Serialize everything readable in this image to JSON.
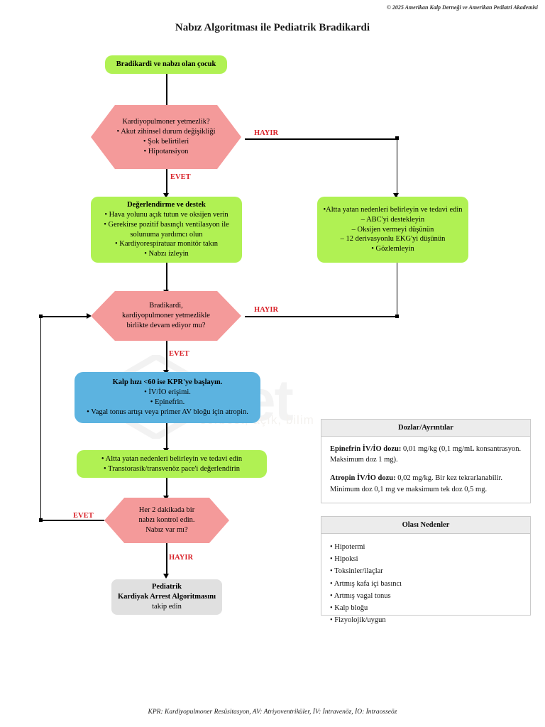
{
  "meta": {
    "copyright": "© 2025 Amerikan Kalp Derneği ve Amerikan Pediatri Akademisi",
    "title": "Nabız Algoritması ile Pediatrik Bradikardi",
    "footer_abbr": "KPR: Kardiyopulmoner Resüsitasyon, AV: Atriyoventriküler, İV: İntravenöz, İO: İntraosseöz",
    "watermark_main": "ilci.net",
    "watermark_sub": "serbest, açık, bilim"
  },
  "colors": {
    "decision": "#f49a9a",
    "action_green": "#b0f153",
    "action_blue": "#5cb3e0",
    "terminal_gray": "#e0e0e0",
    "edge_label": "#d81f26"
  },
  "nodes": {
    "start": {
      "name": "Bradikardi ve nabzı olan çocuk",
      "lines": [
        "Bradikardi ve nabzı olan çocuk"
      ]
    },
    "decision1": {
      "lines": [
        "Kardiyopulmoner yetmezlik?",
        "• Akut zihinsel durum değişikliği",
        "• Şok belirtileri",
        "• Hipotansiyon"
      ]
    },
    "support": {
      "lines": [
        "Değerlendirme ve destek",
        "• Hava yolunu açık tutun ve oksijen verin",
        "• Gerekirse pozitif basınçlı ventilasyon ile",
        "solunuma yardımcı olun",
        "• Kardiyorespiratuar monitör takın",
        "• Nabzı izleyin"
      ]
    },
    "observe": {
      "lines": [
        "•Altta yatan nedenleri belirleyin ve tedavi edin",
        "– ABC'yi destekleyin",
        "– Oksijen vermeyi düşünün",
        "– 12 derivasyonlu EKG'yi düşünün",
        "• Gözlemleyin"
      ]
    },
    "decision2": {
      "lines": [
        "Bradikardi,",
        "kardiyopulmoner yetmezlikle",
        "birlikte devam ediyor mu?"
      ]
    },
    "cpr": {
      "lines": [
        "Kalp hızı <60 ise KPR'ye başlayın.",
        "• İV/İO erişimi.",
        "• Epinefrin.",
        "• Vagal tonus artışı veya primer AV bloğu için atropin."
      ]
    },
    "treat": {
      "lines": [
        "• Altta yatan nedenleri belirleyin ve tedavi edin",
        "• Transtorasik/transvenöz pace'i değerlendirin"
      ]
    },
    "decision3": {
      "lines": [
        "Her 2 dakikada bir",
        "nabzı kontrol edin.",
        "Nabız var mı?"
      ]
    },
    "arrest": {
      "lines": [
        "Pediatrik",
        "Kardiyak Arrest Algoritmasını",
        "takip edin"
      ]
    }
  },
  "edges": {
    "d1_no": "HAYIR",
    "d1_yes": "EVET",
    "d2_no": "HAYIR",
    "d2_yes": "EVET",
    "d3_yes": "EVET",
    "d3_no": "HAYIR"
  },
  "panels": {
    "doses": {
      "title": "Dozlar/Ayrıntılar",
      "items": [
        {
          "label": "Epinefrin İV/İO dozu:",
          "text": " 0,01 mg/kg (0,1 mg/mL konsantrasyon. Maksimum doz 1 mg)."
        },
        {
          "label": "Atropin İV/İO dozu:",
          "text": " 0,02 mg/kg. Bir kez tekrarlanabilir. Minimum doz 0,1 mg ve maksimum tek doz 0,5 mg."
        }
      ]
    },
    "causes": {
      "title": "Olası Nedenler",
      "items": [
        "• Hipotermi",
        "• Hipoksi",
        "• Toksinler/ilaçlar",
        "• Artmış kafa içi basıncı",
        "• Artmış vagal tonus",
        "• Kalp bloğu",
        "• Fizyolojik/uygun"
      ]
    }
  }
}
